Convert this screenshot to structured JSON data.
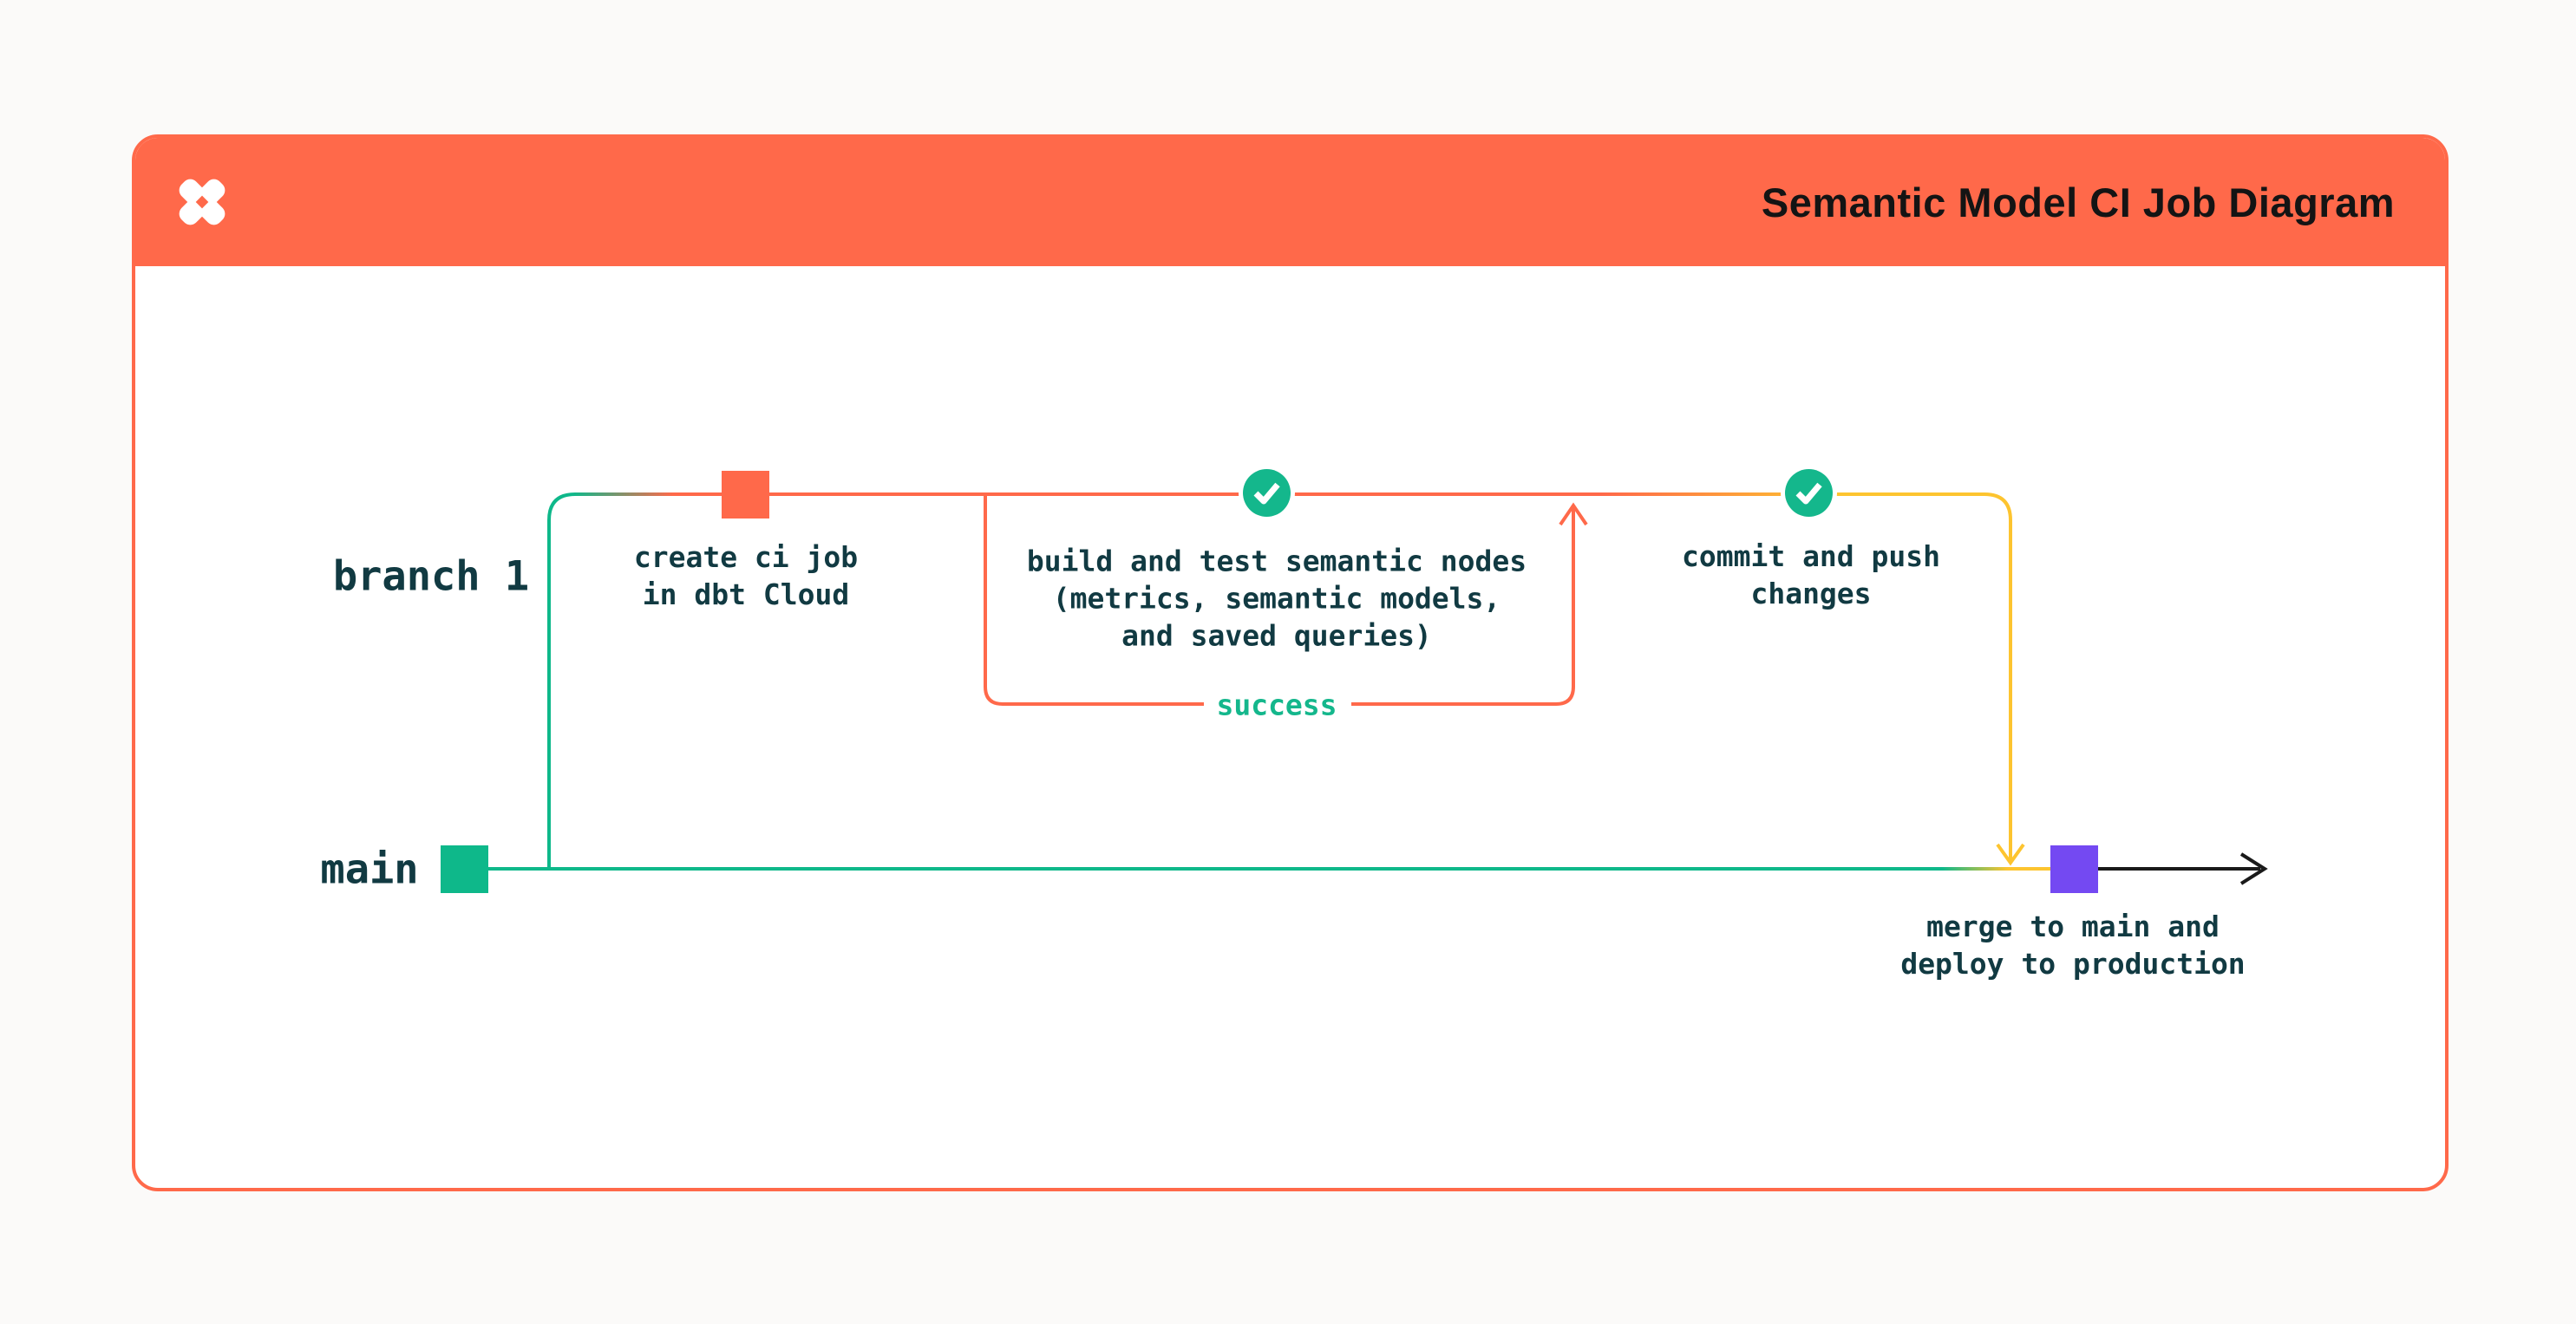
{
  "title_bar": {
    "title": "Semantic Model CI Job Diagram",
    "logo": "dbt-logo",
    "background_color": "#FF694A"
  },
  "colors": {
    "orange": "#FF694A",
    "green": "#0EB88A",
    "check_green": "#14B78C",
    "yellow": "#FDC42F",
    "purple": "#7449F2",
    "text_dark": "#113A42",
    "title_text": "#141414",
    "arrow_black": "#1A1A1A",
    "card_background": "#FFFFFF",
    "page_background": "#FBFAF9"
  },
  "diagram": {
    "branch_label": "branch 1",
    "main_label": "main",
    "create_ci_job": {
      "line1": "create ci job",
      "line2": "in dbt Cloud"
    },
    "build_and_test": {
      "line1": "build and test semantic nodes",
      "line2": "(metrics, semantic models,",
      "line3": "and saved queries)"
    },
    "success_label": "success",
    "commit_and_push": {
      "line1": "commit and push",
      "line2": "changes"
    },
    "merge_to_main": {
      "line1": "merge to main and",
      "line2": "deploy to production"
    }
  }
}
